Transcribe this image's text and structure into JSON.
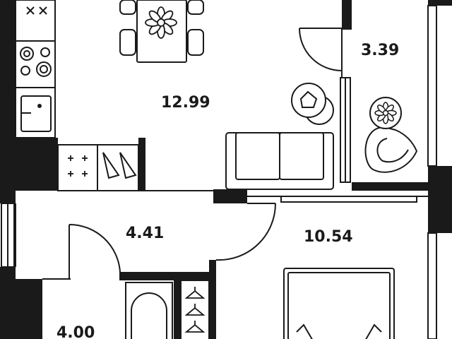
{
  "plan": {
    "colors": {
      "wall": "#1a1a1a",
      "line": "#1a1a1a",
      "background": "#ffffff"
    },
    "rooms": [
      {
        "id": "living-kitchen",
        "area": "12.99"
      },
      {
        "id": "balcony",
        "area": "3.39"
      },
      {
        "id": "hallway",
        "area": "4.41"
      },
      {
        "id": "bedroom",
        "area": "10.54"
      },
      {
        "id": "bathroom",
        "area": "4.00"
      }
    ],
    "icons": [
      "stove-icon",
      "sink-icon",
      "dining-table-icon",
      "flower-icon",
      "sofa-icon",
      "armchair-icon",
      "side-table-icon",
      "wardrobe-icon",
      "hanger-icon",
      "bed-icon",
      "bathtub-icon",
      "door-icon",
      "window-icon"
    ]
  }
}
